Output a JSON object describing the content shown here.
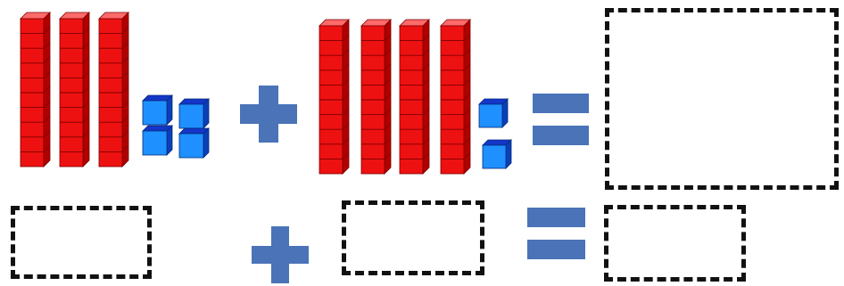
{
  "colors": {
    "ten_rod_face": "#ee1111",
    "ten_rod_side": "#b00000",
    "ten_rod_top": "#ff6a6a",
    "unit_cube_face": "#1e90ff",
    "unit_cube_side": "#0a3fb8",
    "unit_cube_top": "#1436c8",
    "operator_symbol": "#4a73b8",
    "answer_box_border": "#111111"
  },
  "icons": {
    "ten_rod": "ten-rod-icon",
    "unit_cube": "unit-cube-icon",
    "plus": "plus-icon",
    "equals": "equals-icon"
  },
  "problem": {
    "addend_1": {
      "tens": 3,
      "ones": 4
    },
    "addend_2": {
      "tens": 4,
      "ones": 2
    }
  },
  "answer_row": {
    "addend_1_blank": "",
    "addend_2_blank": "",
    "sum_blank": ""
  },
  "big_answer_box": ""
}
